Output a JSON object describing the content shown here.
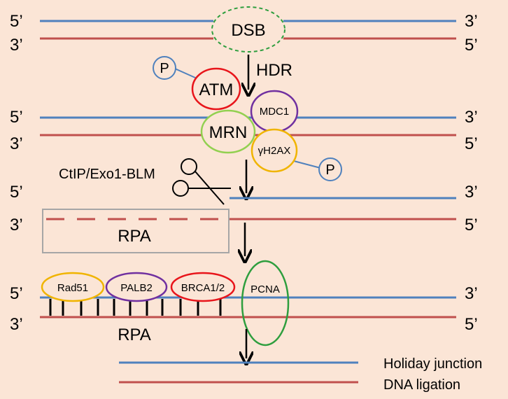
{
  "colors": {
    "background": "#fbe5d6",
    "strand_blue": "#4f81bd",
    "strand_red": "#c0504d",
    "green": "#2e9e3e",
    "green_light": "#92d050",
    "purple": "#7030a0",
    "yellow": "#f0b400",
    "red_oval": "#e8151b",
    "phospho_blue": "#4f81bd",
    "gray_box": "#a6a6a6"
  },
  "labels": {
    "five_prime": "5’",
    "three_prime": "3’",
    "dsb": "DSB",
    "hdr": "HDR",
    "atm": "ATM",
    "phospho": "P",
    "mdc1": "MDC1",
    "mrn": "MRN",
    "h2ax": "γH2AX",
    "ctip": "CtIP/Exo1-BLM",
    "rpa_box": "RPA",
    "rad51": "Rad51",
    "palb2": "PALB2",
    "brca": "BRCA1/2",
    "pcna": "PCNA",
    "rpa_bottom": "RPA",
    "holiday": "Holiday junction",
    "ligation": "DNA ligation"
  }
}
